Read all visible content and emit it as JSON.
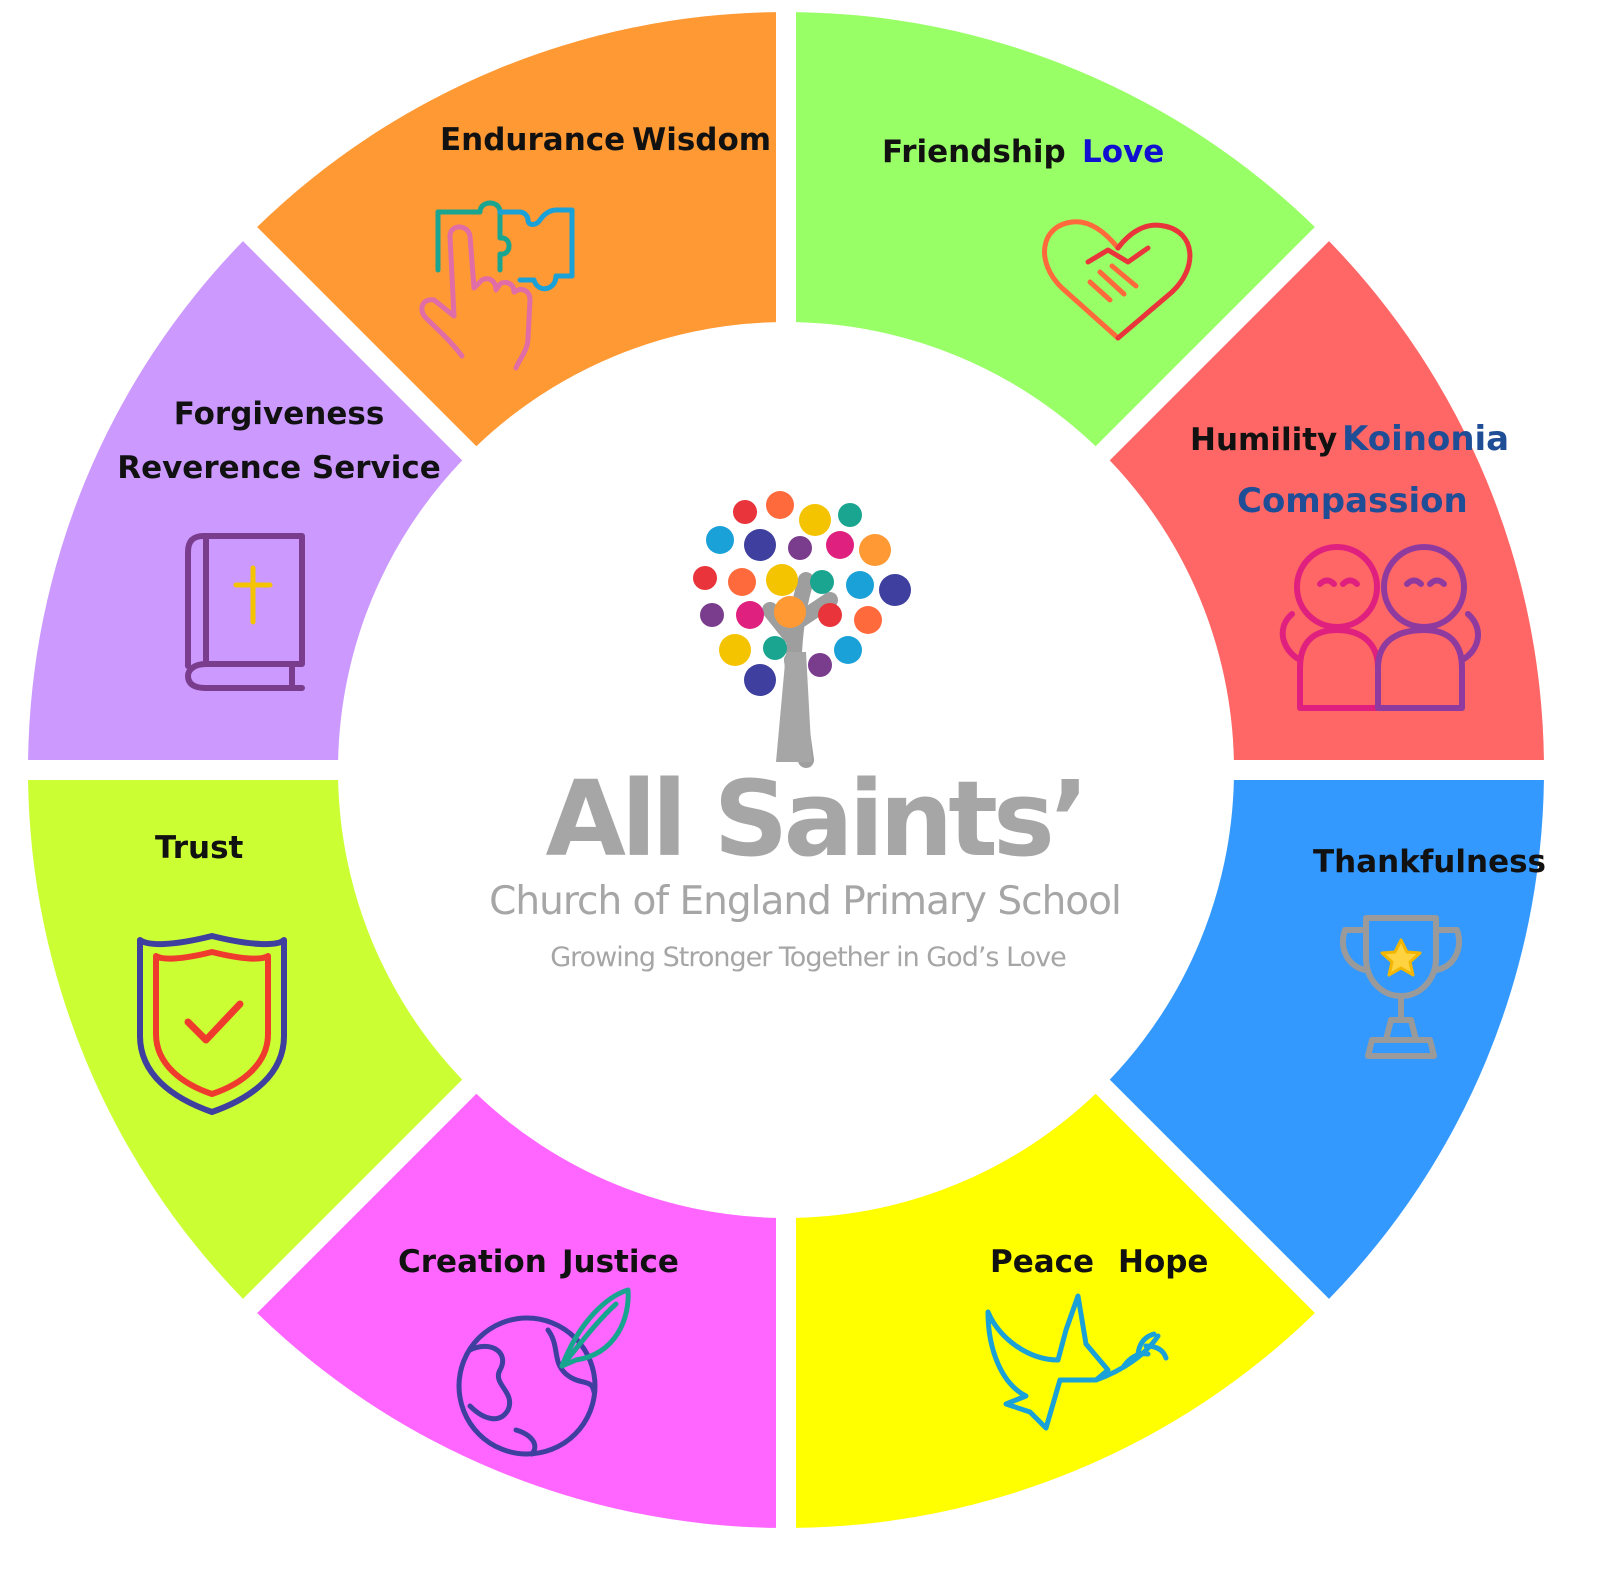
{
  "school": {
    "name": "All Saints’",
    "subtitle": "Church of England Primary School",
    "motto": "Growing Stronger Together in God’s Love"
  },
  "colors": {
    "text": "#111111",
    "accent_blue": "#1010d0",
    "accent_navy": "#1f4e96",
    "logo_grey": "#a6a6a6"
  },
  "segments": [
    {
      "key": "friendship",
      "color": "#99ff66",
      "words": [
        "Friendship",
        "Love"
      ],
      "icon": "handshake-heart-icon"
    },
    {
      "key": "humility",
      "color": "#ff6666",
      "words": [
        "Humility",
        "Koinonia",
        "Compassion"
      ],
      "icon": "friends-hugging-icon"
    },
    {
      "key": "thankfulness",
      "color": "#3399ff",
      "words": [
        "Thankfulness"
      ],
      "icon": "trophy-star-icon"
    },
    {
      "key": "peace",
      "color": "#ffff00",
      "words": [
        "Peace",
        "Hope"
      ],
      "icon": "dove-olive-branch-icon"
    },
    {
      "key": "creation",
      "color": "#ff66ff",
      "words": [
        "Creation",
        "Justice"
      ],
      "icon": "globe-leaf-icon"
    },
    {
      "key": "trust",
      "color": "#ccff33",
      "words": [
        "Trust"
      ],
      "icon": "shield-check-icon"
    },
    {
      "key": "forgiveness",
      "color": "#cc99ff",
      "words": [
        "Forgiveness",
        "Reverence Service"
      ],
      "icon": "bible-cross-icon"
    },
    {
      "key": "endurance",
      "color": "#ff9933",
      "words": [
        "Endurance",
        "Wisdom"
      ],
      "icon": "puzzle-hand-icon"
    }
  ]
}
